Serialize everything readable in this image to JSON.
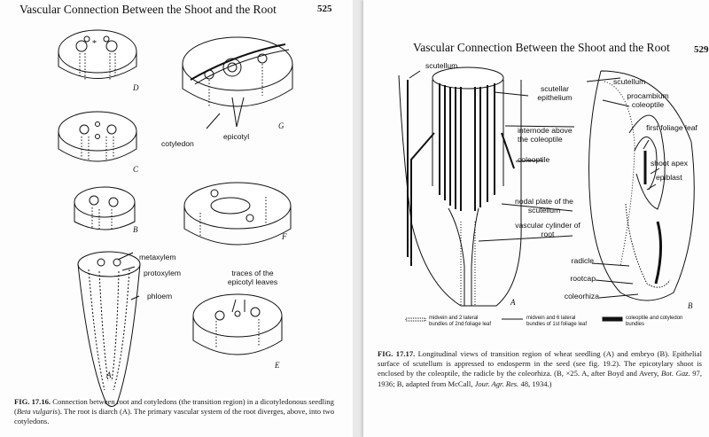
{
  "left": {
    "header": "Vascular Connection Between the Shoot and the Root",
    "page_number": "525",
    "section_labels": [
      "D",
      "G",
      "C",
      "B",
      "F",
      "A",
      "E"
    ],
    "labels": {
      "cotyledon": "cotyledon",
      "epicotyl": "epicotyl",
      "metaxylem": "metaxylem",
      "protoxylem": "protoxylem",
      "phloem": "phloem",
      "traces": "traces of the epicotyl leaves"
    },
    "caption": {
      "fig": "FIG. 17.16.",
      "text": "Connection between root and cotyledons (the transition region) in a dicotyledonous seedling",
      "species": "Beta vulgaris",
      "rest": "The root is diarch (A). The primary vascular system of the root diverges, above, into two cotyledons."
    }
  },
  "right": {
    "header": "Vascular Connection Between the Shoot and the Root",
    "page_number": "529",
    "section_labels": [
      "A",
      "B"
    ],
    "labels": {
      "scutellum_top": "scutellum",
      "scutellar_epithelium": "scutellar epithelium",
      "internode": "internode above the coleoptile",
      "coleoptile": "coleoptile",
      "nodal_plate": "nodal plate of the scutellum",
      "vascular_cylinder": "vascular cylinder of root",
      "scutellum_b": "scutellum",
      "procambium": "procambium coleoptile",
      "first_leaf": "first foliage leaf",
      "shoot_apex": "shoot apex",
      "epiblast": "epiblast",
      "radicle": "radicle",
      "rootcap": "rootcap",
      "coleorhiza": "coleorhiza"
    },
    "legend": [
      "midvein and 2 lateral bundles of 2nd foliage leaf",
      "midvein and 6 lateral bundles of 1st foliage leaf",
      "coleoptile and cotyledon bundles"
    ],
    "caption": {
      "fig": "FIG. 17.17.",
      "text": "Longitudinal views of transition region of wheat seedling (A) and embryo (B). Epithelial surface of scutellum is appressed to endosperm in the seed (see fig. 19.2). The epicotylary shoot is enclosed by the coleoptile, the radicle by the coleorhiza. (B, ×25. A, after Boyd and Avery,",
      "journal1": "Bot. Gaz.",
      "mid": "97, 1936; B, adapted from McCall,",
      "journal2": "Jour. Agr. Res.",
      "end": "48, 1934.)"
    }
  }
}
